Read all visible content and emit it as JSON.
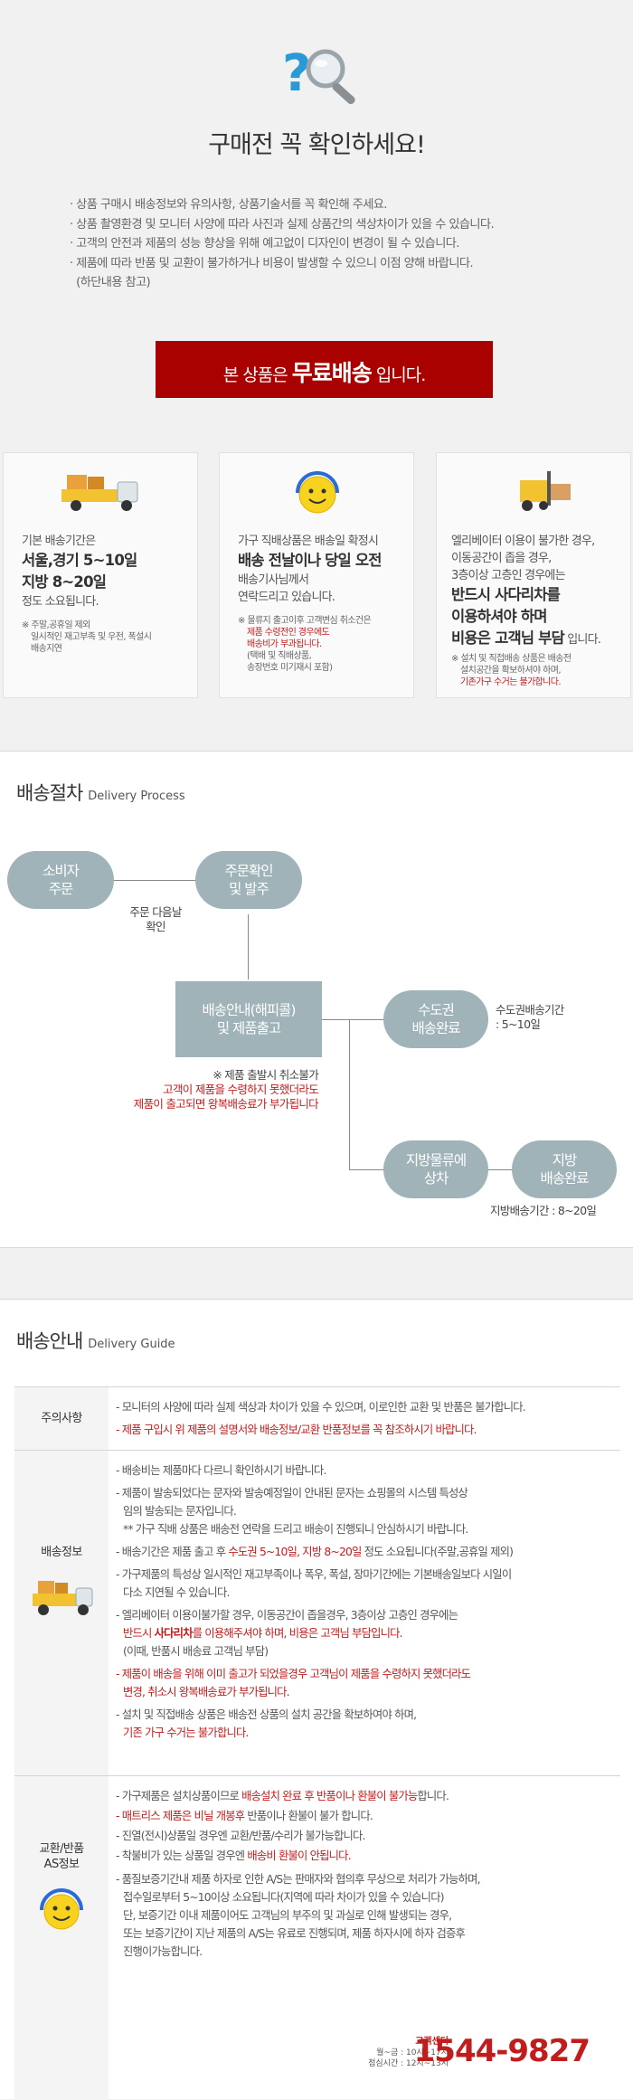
{
  "header": {
    "title": "구매전 꼭 확인하세요!",
    "notes": [
      "· 상품 구매시 배송정보와 유의사항, 상품기술서를 꼭 확인해 주세요.",
      "· 상품 촬영환경 및 모니터 사양에 따라 사진과 실제 상품간의 색상차이가 있을 수 있습니다.",
      "· 고객의 안전과 제품의 성능 향상을 위해 예고없이 디자인이 변경이 될 수 있습니다.",
      "· 제품에 따라 반품 및 교환이 불가하거나 비용이 발생할 수 있으니 이점 양해 바랍니다.",
      "  (하단내용 참고)"
    ]
  },
  "banner": {
    "prefix": "본 상품은 ",
    "highlight": "무료배송",
    "suffix": " 입니다."
  },
  "cards": {
    "left": {
      "line1": "기본 배송기간은",
      "big1": "서울,경기 5~10일",
      "big2": "지방 8~20일",
      "line2": "정도 소요됩니다.",
      "small": [
        "※ 주말,공휴일 제외",
        "일시적인 재고부족 및 우천, 폭설시",
        "배송지연"
      ]
    },
    "middle": {
      "line1": "가구 직배상품은 배송일 확정시",
      "big1": "배송 전날이나 당일 오전",
      "line2": "배송기사님께서",
      "line3": "연락드리고 있습니다.",
      "small1": "※ 물류지 출고이후 고객변심 취소건은",
      "small_red1": "제품 수령전인 경우에도",
      "small_red2": "배송비가 부과됩니다.",
      "small2": "(택배 및 직배상품,",
      "small3": "송장번호 미기재시 포함)"
    },
    "right": {
      "line1": "엘리베이터 이용이 불가한 경우,",
      "line2": "이동공간이 좁을 경우,",
      "line3": "3층이상 고층인 경우에는",
      "big1": "반드시 사다리차를",
      "big2": "이용하셔야 하며",
      "big3": "비용은 고객님 부담",
      "big3_suffix": " 입니다.",
      "small1": "※ 설치 및 직접배송 상품은 배송전",
      "small2": "설치공간을 확보하셔야 하며,",
      "small_red": "기존가구 수거는 불가합니다."
    }
  },
  "process": {
    "title": "배송절차",
    "title_en": "Delivery Process",
    "nodes": {
      "consumer": "소비자\n주문",
      "confirm": "주문확인\n및 발주",
      "guide": "배송안내(해피콜)\n및 제품출고",
      "capital": "수도권\n배송완료",
      "regional_logistics": "지방물류에\n상차",
      "regional_done": "지방\n배송완료"
    },
    "texts": {
      "next_day": "주문 다음날\n확인",
      "capital_period": "수도권배송기간\n: 5~10일",
      "regional_period": "지방배송기간 : 8~20일",
      "cancel_note": "※ 제품 출발시 취소불가",
      "cancel_red1": "고객이 제품을 수령하지 못했더라도",
      "cancel_red2": "제품이 출고되면 왕복배송료가 부가됩니다"
    }
  },
  "guide": {
    "title": "배송안내",
    "title_en": "Delivery Guide",
    "caution_label": "주의사항",
    "caution": [
      "- 모니터의 사양에 따라 실제 색상과 차이가 있을 수 있으며, 이로인한 교환 및 반품은 불가합니다.",
      "- 제품 구입시 위 제품의 설명서와 배송정보/교환 반품정보를 꼭 참조하시기 바랍니다."
    ],
    "shipping_label": "배송정보",
    "shipping": {
      "p1": "- 배송비는 제품마다 다르니 확인하시기 바랍니다.",
      "p2a": "- 제품이 발송되었다는 문자와 발송예정일이 안내된 문자는 쇼핑몰의 시스템 특성상",
      "p2b": "임의 발송되는 문자입니다.",
      "p2c": "** 가구 직배 상품은 배송전 연락을 드리고 배송이 진행되니 안심하시기 바랍니다.",
      "p3_pre": "- 배송기간은 제품 출고 후 ",
      "p3_red": "수도권 5~10일, 지방 8~20일",
      "p3_post": " 정도 소요됩니다(주말,공휴일 제외)",
      "p4a": "- 가구제품의 특성상 일시적인 재고부족이나 폭우, 폭설, 장마기간에는 기본배송일보다 시일이",
      "p4b": "다소 지연될 수 있습니다.",
      "p5a": "- 엘리베이터 이용이불가할 경우, 이동공간이 좁을경우, 3층이상 고층인 경우에는",
      "p5b_pre": "반드시 ",
      "p5b_bold": "사다리차",
      "p5b_post": "를 이용해주셔야 하며, 비용은 고객님 부담입니다.",
      "p5c": "(이때, 반품시 배송료 고객님 부담)",
      "p6a": "- 제품이 배송을 위해 이미 출고가 되었을경우 고객님이 제품을 수령하지 못했더라도",
      "p6b": "변경, 취소시 왕복배송료가 부가됩니다.",
      "p7a": "- 설치 및 직접배송 상품은 배송전 상품의 설치 공간을 확보하여야 하며,",
      "p7b": "기존 가구 수거는 불가합니다."
    },
    "as_label1": "교환/반품",
    "as_label2": "AS정보",
    "as": {
      "q1_pre": "- 가구제품은 설치상품이므로 ",
      "q1_red": "배송설치 완료 후 반품이나 환불이 불가능",
      "q1_post": "합니다.",
      "q2_red": "- 매트리스 제품은 비닐 개봉후",
      "q2_post": " 반품이나 환불이 불가 합니다.",
      "q3": "- 진열(전시)상품일 경우엔 교환/반품/수리가 불가능합니다.",
      "q4_pre": "- 착불비가 있는 상품일 경우엔 ",
      "q4_red": "배송비 환불이 안됩니다.",
      "q5a": "- 품질보증기간내 제품 하자로 인한 A/S는 판매자와 협의후 무상으로 처리가 가능하며,",
      "q5b": "접수일로부터 5~10이상 소요됩니다(지역에 따라 차이가 있을 수 있습니다)",
      "q5c": "단, 보증기간 이내 제품이어도 고객님의 부주의 및 과실로 인해 발생되는 경우,",
      "q5d": "또는 보증기간이 지난 제품의 A/S는 유료로 진행되며, 제품 하자시에 하자 검증후",
      "q5e": "진행이가능합니다."
    },
    "cs": {
      "label": "고객센터",
      "hours1": "월~금 : 10시~17시",
      "hours2": "점심시간 : 12시~13시",
      "phone": "1544-9827"
    }
  },
  "colors": {
    "accent_red": "#a90000",
    "node": "#9fb3b9",
    "text_red": "#c21d1d"
  }
}
